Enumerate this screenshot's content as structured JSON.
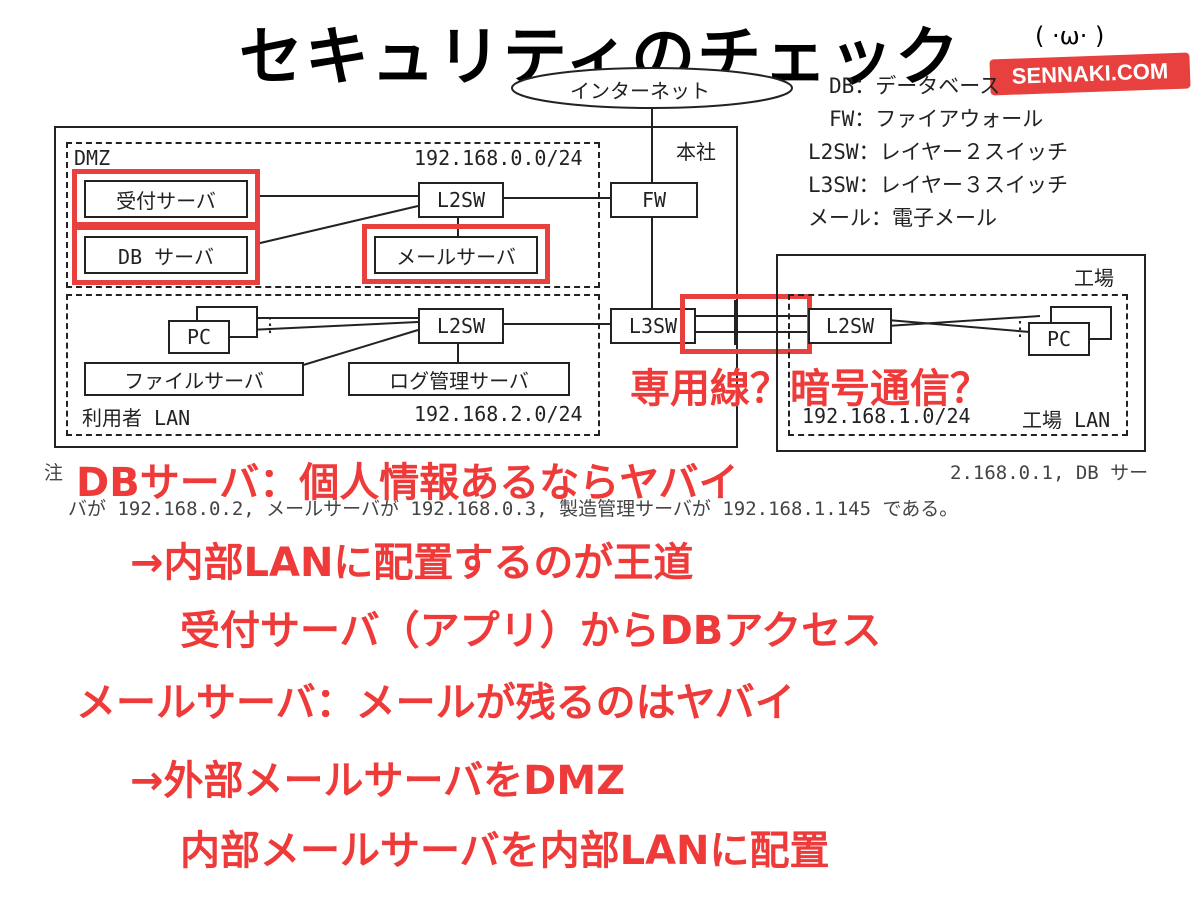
{
  "title": "セキュリティのチェック",
  "brand": {
    "face": "( ·ω· )",
    "name": "SENNAKI.COM"
  },
  "legend": [
    "　DB：データベース",
    "　FW：ファイアウォール",
    "L2SW：レイヤー２スイッチ",
    "L3SW：レイヤー３スイッチ",
    "メール：電子メール"
  ],
  "diagram": {
    "internet": "インターネット",
    "hq": "本社",
    "dmz_label": "DMZ",
    "dmz_subnet": "192.168.0.0/24",
    "reception_server": "受付サーバ",
    "db_server": "DB サーバ",
    "mail_server": "メールサーバ",
    "dmz_l2sw": "L2SW",
    "fw": "FW",
    "l3sw": "L3SW",
    "user_lan_l2sw": "L2SW",
    "pc_left": "PC",
    "file_server": "ファイルサーバ",
    "log_server": "ログ管理サーバ",
    "user_lan_label": "利用者 LAN",
    "user_lan_subnet": "192.168.2.0/24",
    "factory": "工場",
    "factory_l2sw": "L2SW",
    "pc_right": "PC",
    "factory_subnet": "192.168.1.0/24",
    "factory_lan_label": "工場 LAN",
    "note_line1_prefix": "注",
    "note_line1_suffix": "2.168.0.1, DB サー",
    "note_line2": "バが 192.168.0.2, メールサーバが 192.168.0.3, 製造管理サーバが 192.168.1.145 である。"
  },
  "annotations": {
    "leased_line": "専用線？暗号通信？",
    "db_risk": "DBサーバ：個人情報あるならヤバイ",
    "db_fix": "→内部LANに配置するのが王道",
    "db_access": "受付サーバ（アプリ）からDBアクセス",
    "mail_risk": "メールサーバ：メールが残るのはヤバイ",
    "mail_fix_ext": "→外部メールサーバをDMZ",
    "mail_fix_int": "内部メールサーバを内部LANに配置"
  },
  "colors": {
    "accent_red": "#ef3a3a",
    "brand_bg": "#e8403e",
    "line": "#222222"
  }
}
